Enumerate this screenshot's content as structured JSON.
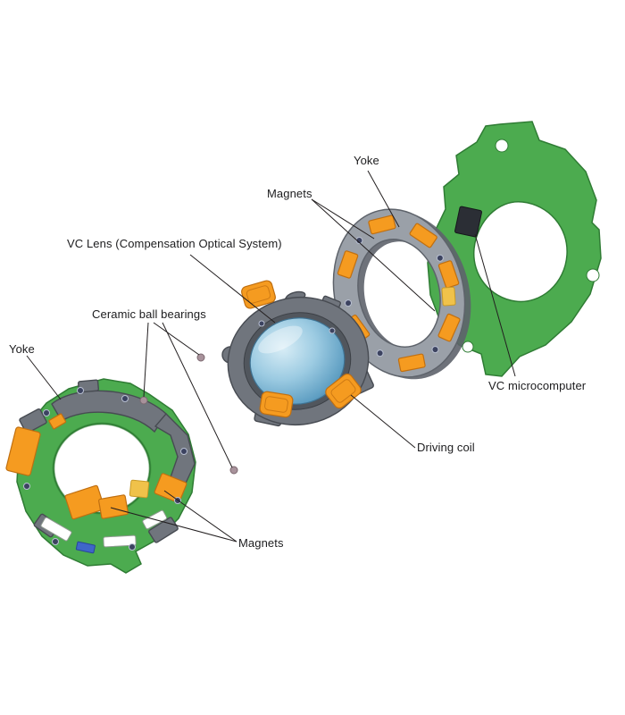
{
  "background": "#ffffff",
  "labels": {
    "yoke_top": "Yoke",
    "magnets_top": "Magnets",
    "vc_lens": "VC Lens (Compensation Optical System)",
    "ceramic_ball_bearings": "Ceramic ball bearings",
    "yoke_left": "Yoke",
    "vc_microcomputer": "VC microcomputer",
    "driving_coil": "Driving coil",
    "magnets_bottom": "Magnets"
  },
  "colors": {
    "background": "#ffffff",
    "pcb_green": "#4cab4f",
    "pcb_green_dark": "#2f7c34",
    "magnet_orange": "#f59b20",
    "magnet_orange_dark": "#c06f10",
    "yoke_gray": "#9aa0a8",
    "yoke_gray_dark": "#5e636b",
    "frame_gray": "#70757d",
    "frame_gray_dark": "#474b52",
    "lens_blue": "#8fc3dd",
    "screw_navy": "#3c4360",
    "ball_mauve": "#a8929b",
    "accent_yellow": "#f0c24a",
    "slot_blue": "#3f66c8",
    "chip_dark": "#2b2e35",
    "label_text": "#1c1c1e",
    "leader_line": "#231f20"
  }
}
